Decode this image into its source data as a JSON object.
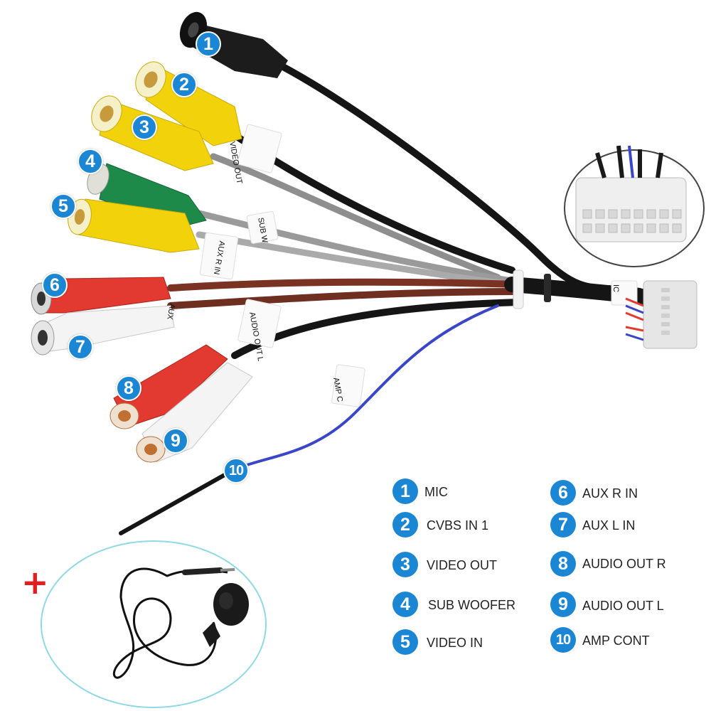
{
  "legend": [
    {
      "number": "1",
      "label": "MIC"
    },
    {
      "number": "2",
      "label": "CVBS IN 1"
    },
    {
      "number": "3",
      "label": "VIDEO OUT"
    },
    {
      "number": "4",
      "label": "SUB WOOFER"
    },
    {
      "number": "5",
      "label": "VIDEO IN"
    },
    {
      "number": "6",
      "label": "AUX R IN"
    },
    {
      "number": "7",
      "label": "AUX L IN"
    },
    {
      "number": "8",
      "label": "AUDIO OUT R"
    },
    {
      "number": "9",
      "label": "AUDIO OUT L"
    },
    {
      "number": "10",
      "label": "AMP CONT"
    }
  ],
  "cable_tags": {
    "video_out": "VIDEO OUT",
    "sub_woofer": "SUB W",
    "aux_r_in": "AUX R IN",
    "aux_l_in": "AUX",
    "audio_out": "AUDIO OUT L",
    "amp_cont": "AMP C",
    "connector_tag": "IC"
  },
  "plus_sign": "+",
  "colors": {
    "badge": "#1b86d4",
    "yellow": "#f2d20a",
    "green": "#1e8a4a",
    "red": "#e23a30",
    "white": "#f4f4f4",
    "black": "#1a1a1a",
    "blue": "#3a46c8",
    "brown": "#7a3a2a",
    "gray": "#9a9a9a",
    "circle_outline": "#8fd8e6",
    "plus": "#e02020"
  }
}
